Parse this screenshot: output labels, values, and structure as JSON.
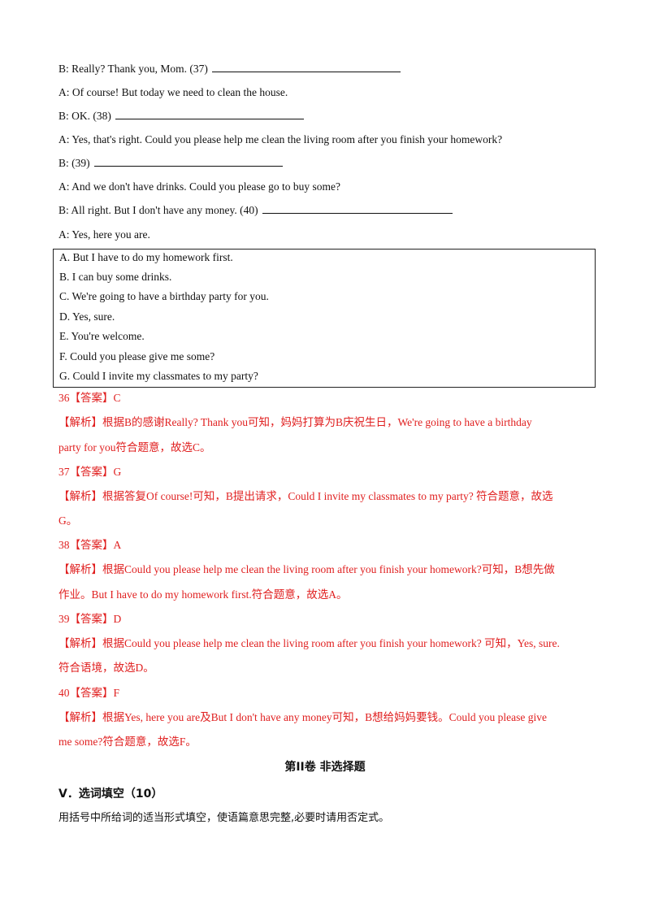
{
  "dialogue": [
    {
      "text": "B: Really? Thank you, Mom. (37) ",
      "blank": true
    },
    {
      "text": "A: Of course! But today we need to clean the house.",
      "blank": false
    },
    {
      "text": "B: OK. (38) ",
      "blank": true
    },
    {
      "text": "A: Yes, that's right. Could you please help me clean the living room after you finish your homework?",
      "blank": false
    },
    {
      "text": "B: (39) ",
      "blank": true
    },
    {
      "text": "A: And we don't have drinks. Could you please go to buy some?",
      "blank": false
    },
    {
      "text": "B: All right. But I don't have any money. (40) ",
      "blank": true
    },
    {
      "text": "A: Yes, here you are.",
      "blank": false
    }
  ],
  "options": [
    "A. But I have to do my homework first.",
    "B. I can buy some drinks.",
    "C. We're going to have a birthday party for you.",
    "D. Yes, sure.",
    "E. You're welcome.",
    "F. Could you please give me some?",
    "G. Could I invite my classmates to my party?"
  ],
  "answers": [
    {
      "head": "36【答案】C",
      "lines": [
        "【解析】根据B的感谢Really? Thank you可知，妈妈打算为B庆祝生日，We're going to have a birthday",
        "party for you符合题意，故选C。"
      ]
    },
    {
      "head": "37【答案】G",
      "lines": [
        "【解析】根据答复Of course!可知，B提出请求，Could I invite my classmates to my party? 符合题意，故选",
        "G。"
      ]
    },
    {
      "head": "38【答案】A",
      "lines": [
        "【解析】根据Could you please help me clean the living room after you finish your homework?可知，B想先做",
        "作业。But I have to do my homework first.符合题意，故选A。"
      ]
    },
    {
      "head": "39【答案】D",
      "lines": [
        "【解析】根据Could you please help me clean the living room after you finish your homework? 可知，Yes, sure.",
        "符合语境，故选D。"
      ]
    },
    {
      "head": "40【答案】F",
      "lines": [
        "【解析】根据Yes, here you are及But I don't have any money可知，B想给妈妈要钱。Could you please give",
        "me some?符合题意，故选F。"
      ]
    }
  ],
  "section_title": "第II卷  非选择题",
  "part_title": "V．选词填空（10）",
  "instruction": "用括号中所给词的适当形式填空，使语篇意思完整,必要时请用否定式。"
}
